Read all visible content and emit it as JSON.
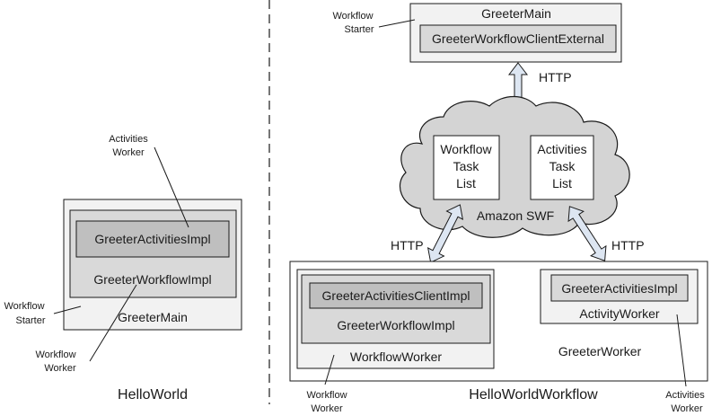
{
  "left": {
    "title": "HelloWorld",
    "main_label": "GreeterMain",
    "workflow_impl": "GreeterWorkflowImpl",
    "activities_impl": "GreeterActivitiesImpl",
    "callout_activities_worker": [
      "Activities",
      "Worker"
    ],
    "callout_workflow_starter": [
      "Workflow",
      "Starter"
    ],
    "callout_workflow_worker": [
      "Workflow",
      "Worker"
    ]
  },
  "right": {
    "title": "HelloWorldWorkflow",
    "top_main": "GreeterMain",
    "client_external": "GreeterWorkflowClientExternal",
    "callout_workflow_starter": [
      "Workflow",
      "Starter"
    ],
    "http_top": "HTTP",
    "http_left": "HTTP",
    "http_right": "HTTP",
    "swf_label": "Amazon SWF",
    "workflow_task_list": [
      "Workflow",
      "Task",
      "List"
    ],
    "activities_task_list": [
      "Activities",
      "Task",
      "List"
    ],
    "greeter_worker": "GreeterWorker",
    "workflow_worker_label": "WorkflowWorker",
    "activities_client_impl": "GreeterActivitiesClientImpl",
    "workflow_impl": "GreeterWorkflowImpl",
    "activity_worker_label": "ActivityWorker",
    "activities_impl": "GreeterActivitiesImpl",
    "callout_workflow_worker": [
      "Workflow",
      "Worker"
    ],
    "callout_activities_worker": [
      "Activities",
      "Worker"
    ]
  }
}
